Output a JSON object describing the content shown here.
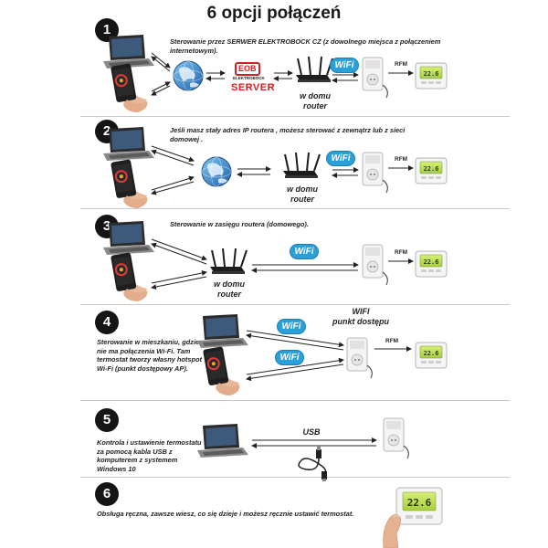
{
  "title": "6 opcji połączeń",
  "steps": [
    {
      "num": "1",
      "text": "Sterowanie przez SERWER ELEKTROBOCK CZ (z dowolnego miejsca z połączeniem internetowym)."
    },
    {
      "num": "2",
      "text": "Jeśli masz stały adres IP routera , możesz sterować z zewnątrz lub z sieci domowej ."
    },
    {
      "num": "3",
      "text": "Sterowanie w zasięgu routera (domowego)."
    },
    {
      "num": "4",
      "text_lines": [
        "Sterowanie w mieszkaniu, gdzie",
        "nie ma połączenia Wi-Fi. Tam",
        "termostat tworzy własny hotspot",
        "Wi-Fi (punkt dostępowy AP)."
      ]
    },
    {
      "num": "5",
      "text_lines": [
        "Kontrola i ustawienie termostatu",
        "za pomocą kabla USB z",
        "komputerem z systemem",
        "Windows 10"
      ]
    },
    {
      "num": "6",
      "text": "Obsługa ręczna, zawsze wiesz, co się dzieje i możesz ręcznie ustawić termostat."
    }
  ],
  "labels": {
    "router": [
      "w domu",
      "router"
    ],
    "rfm": "RFM",
    "wifi": "WiFi",
    "server_logo": "EOB",
    "server_sub": "ELEKTROBOCK",
    "server_name": "SERVER",
    "hotspot": [
      "WIFI",
      "punkt dostępu"
    ],
    "usb": "USB",
    "thermostat_display": "22.6"
  }
}
